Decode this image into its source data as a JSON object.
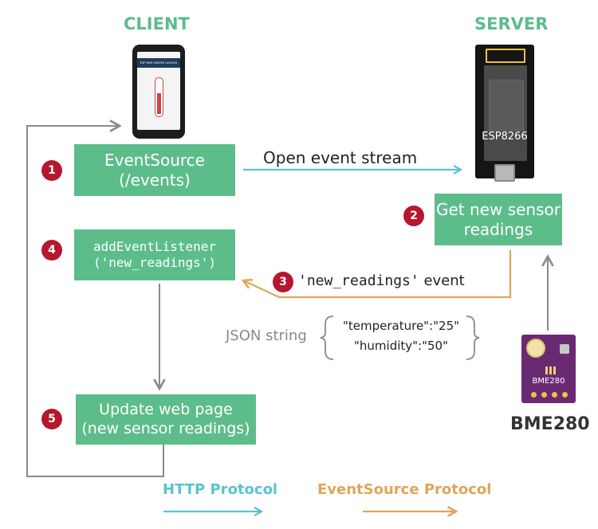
{
  "titles": {
    "client": "CLIENT",
    "server": "SERVER"
  },
  "boxes": {
    "eventsource": {
      "line1": "EventSource",
      "line2": "(/events)"
    },
    "get_readings": {
      "line1": "Get new sensor",
      "line2": "readings"
    },
    "listener": {
      "line1": "addEventListener",
      "line2": "('new_readings')"
    },
    "update": {
      "line1": "Update web page",
      "line2": "(new sensor readings)"
    }
  },
  "badges": [
    "1",
    "2",
    "3",
    "4",
    "5"
  ],
  "labels": {
    "open_stream": "Open event stream",
    "event_name": "'new_readings'",
    "event_word": "event",
    "json_string": "JSON string",
    "json_line1": "\"temperature\":\"25\"",
    "json_line2": "\"humidity\":\"50\""
  },
  "devices": {
    "server_chip": "ESP8266",
    "sensor_chip": "BME280",
    "sensor_label": "BME280",
    "phone_header": "ESP WEB SERVER GAUGES"
  },
  "legend": {
    "http": "HTTP Protocol",
    "eventsource": "EventSource Protocol"
  },
  "colors": {
    "green": "#5cbd8a",
    "teal": "#5bc3d0",
    "orange": "#e0a55a",
    "gray": "#8a8a8a",
    "red": "#b5172e",
    "purple": "#6a2a73"
  }
}
